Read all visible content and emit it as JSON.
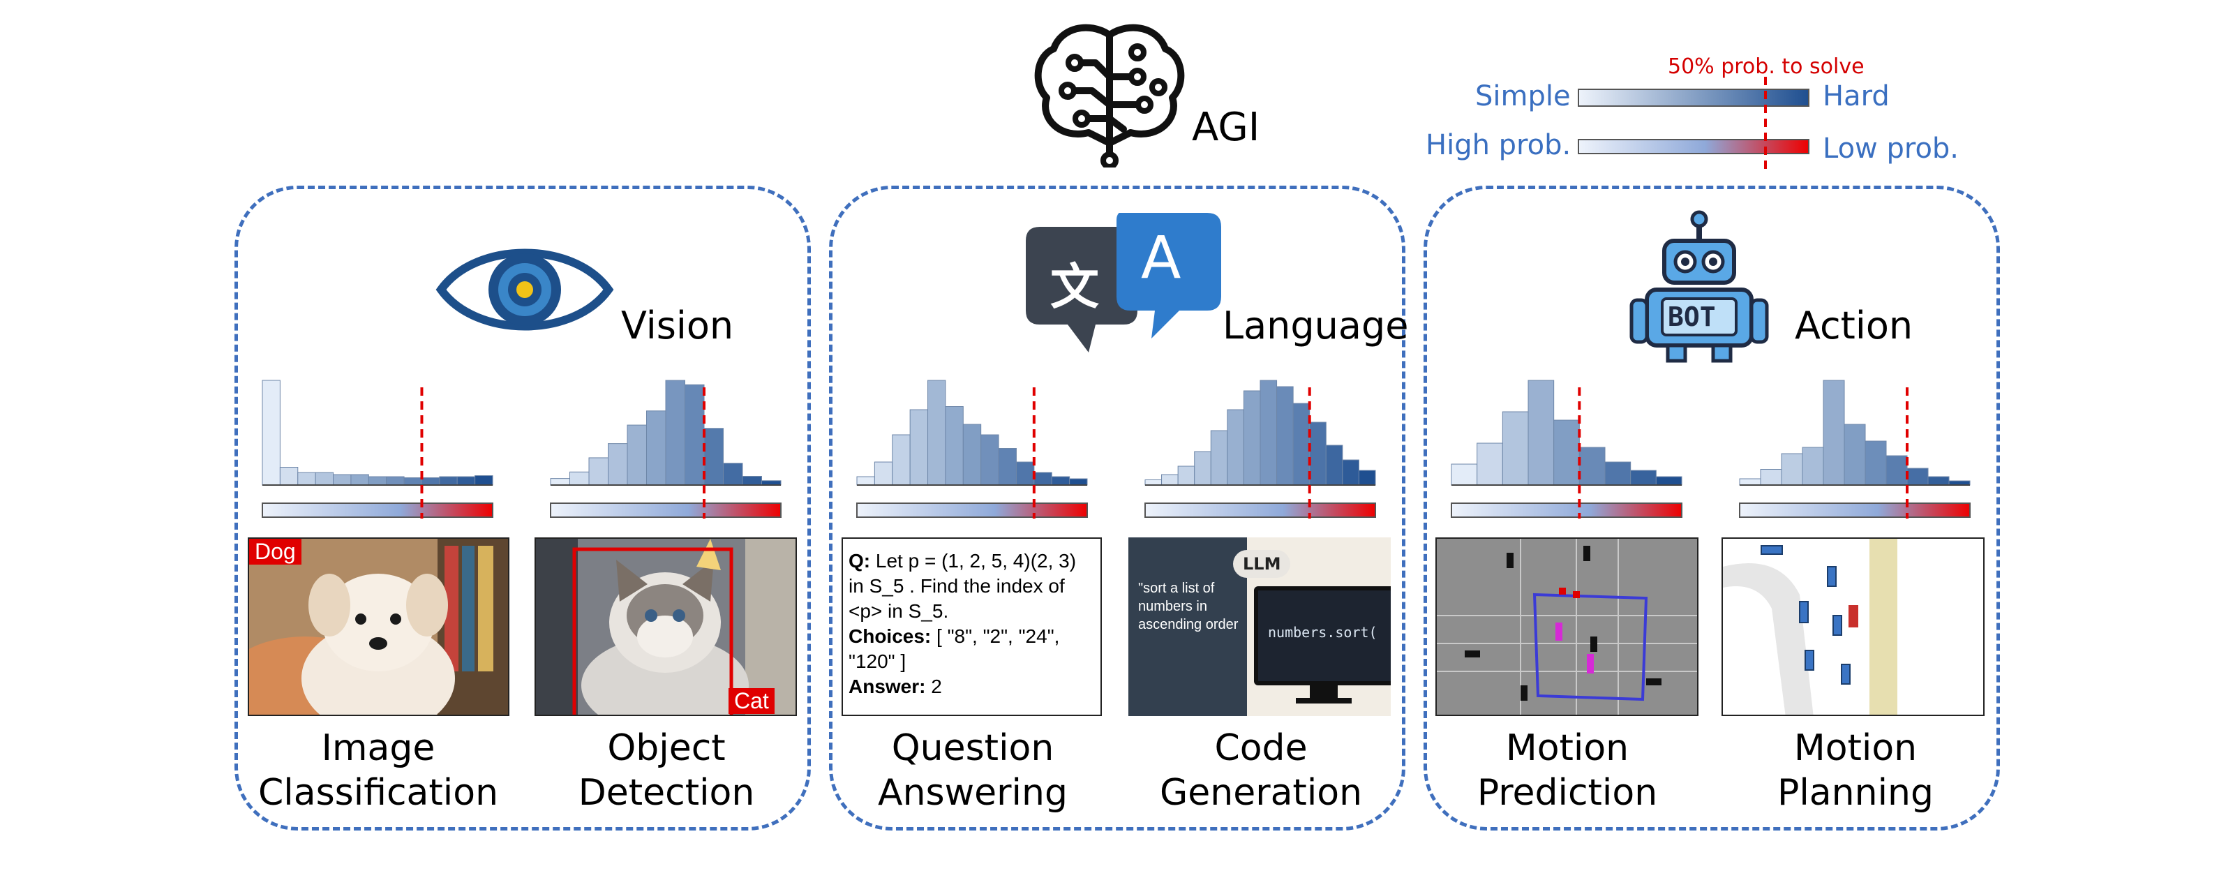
{
  "center": {
    "title": "AGI"
  },
  "legend": {
    "marker_label": "50% prob. to solve",
    "row1": {
      "left": "Simple",
      "right": "Hard"
    },
    "row2": {
      "left": "High prob.",
      "right": "Low prob."
    }
  },
  "panels": [
    {
      "title": "Vision",
      "tasks": [
        {
          "label_line1": "Image",
          "label_line2": "Classification",
          "tags": [
            "Dog"
          ]
        },
        {
          "label_line1": "Object",
          "label_line2": "Detection",
          "tags": [
            "Cat"
          ]
        }
      ]
    },
    {
      "title": "Language",
      "tasks": [
        {
          "label_line1": "Question",
          "label_line2": "Answering"
        },
        {
          "label_line1": "Code",
          "label_line2": "Generation"
        }
      ]
    },
    {
      "title": "Action",
      "tasks": [
        {
          "label_line1": "Motion",
          "label_line2": "Prediction"
        },
        {
          "label_line1": "Motion",
          "label_line2": "Planning"
        }
      ]
    }
  ],
  "language_icons": {
    "glyph_left": "文",
    "glyph_right": "A"
  },
  "robot_icon": {
    "text": "BOT"
  },
  "qa_example": {
    "q_label": "Q:",
    "q_text": "Let p = (1, 2, 5, 4)(2, 3) in S_5 . Find the index of <p> in S_5.",
    "choices_label": "Choices:",
    "choices_text": "[ \"8\", \"2\", \"24\", \"120\" ]",
    "answer_label": "Answer:",
    "answer_text": "2"
  },
  "code_example": {
    "llm": "LLM",
    "prompt": "\"sort a list of numbers in ascending order",
    "code": "numbers.sort("
  },
  "colors": {
    "panel_border": "#3f6fbd",
    "threshold": "#e00000",
    "bar_light": "#dbe7f6",
    "bar_dark": "#1f4f90"
  },
  "chart_data": [
    {
      "type": "bar",
      "title": "Image Classification",
      "values": [
        100,
        17,
        12,
        12,
        10,
        10,
        8,
        8,
        7,
        7,
        8,
        8,
        9
      ],
      "threshold_bin": 9,
      "grid": false
    },
    {
      "type": "bar",
      "title": "Object Detection",
      "values": [
        6,
        12,
        25,
        38,
        55,
        68,
        96,
        92,
        52,
        20,
        8,
        4
      ],
      "threshold_bin": 8,
      "grid": false
    },
    {
      "type": "bar",
      "title": "Question Answering",
      "values": [
        8,
        22,
        48,
        72,
        100,
        75,
        58,
        48,
        35,
        22,
        12,
        8,
        6
      ],
      "threshold_bin": 10,
      "grid": false
    },
    {
      "type": "bar",
      "title": "Code Generation",
      "values": [
        5,
        10,
        18,
        32,
        52,
        72,
        90,
        100,
        94,
        78,
        60,
        38,
        24,
        14
      ],
      "threshold_bin": 10,
      "grid": false
    },
    {
      "type": "bar",
      "title": "Motion Prediction",
      "values": [
        20,
        40,
        70,
        100,
        62,
        36,
        22,
        14,
        8
      ],
      "threshold_bin": 5,
      "grid": false
    },
    {
      "type": "bar",
      "title": "Motion Planning",
      "values": [
        6,
        15,
        30,
        36,
        100,
        58,
        42,
        28,
        16,
        8,
        4
      ],
      "threshold_bin": 8,
      "grid": false
    }
  ]
}
